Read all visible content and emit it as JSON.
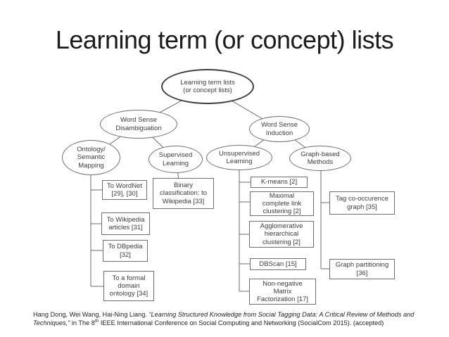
{
  "slide": {
    "title": "Learning term (or concept) lists",
    "citation": {
      "authors": "Hang Dong, Wei Wang, Hai-Ning Liang. ",
      "paper_title": "“Learning Structured Knowledge from Social Tagging Data: A Critical Review of Methods and Techniques,”",
      "venue_pre": " in The 8",
      "venue_sup": "th",
      "venue_post": " IEEE International Conference on Social Computing and Networking (SocialCom 2015). (accepted)"
    }
  },
  "diagram": {
    "nodes": {
      "root": {
        "label": "Learning term lists\n(or concept lists)"
      },
      "wsd": {
        "label": "Word Sense\nDisambiguation"
      },
      "wsi": {
        "label": "Word Sense\nInduction"
      },
      "ontology": {
        "label": "Ontology/\nSemantic\nMapping"
      },
      "supervised": {
        "label": "Supervised\nLearning"
      },
      "unsupervised": {
        "label": "Unsupervised\nLearning"
      },
      "graphbased": {
        "label": "Graph-based\nMethods"
      },
      "wordnet": {
        "label": "To WordNet\n[29], [30]"
      },
      "binary": {
        "label": "Binary\nclassification: to\nWikipedia [33]"
      },
      "wikipedia": {
        "label": "To Wikipedia\narticles [31]"
      },
      "dbpedia": {
        "label": "To DBpedia\n[32]"
      },
      "formal": {
        "label": "To a formal\ndomain\nontology [34]"
      },
      "kmeans": {
        "label": "K-means [2]"
      },
      "maximal": {
        "label": "Maximal\ncomplete link\nclustering [2]"
      },
      "agglomerative": {
        "label": "Agglomerative\nhierarchical\nclustering [2]"
      },
      "dbscan": {
        "label": "DBScan [15]"
      },
      "nmf": {
        "label": "Non-negative\nMatrix\nFactorization [17]"
      },
      "taggraph": {
        "label": "Tag co-occurence\ngraph [35]"
      },
      "partitioning": {
        "label": "Graph partitioning\n[36]"
      }
    }
  }
}
